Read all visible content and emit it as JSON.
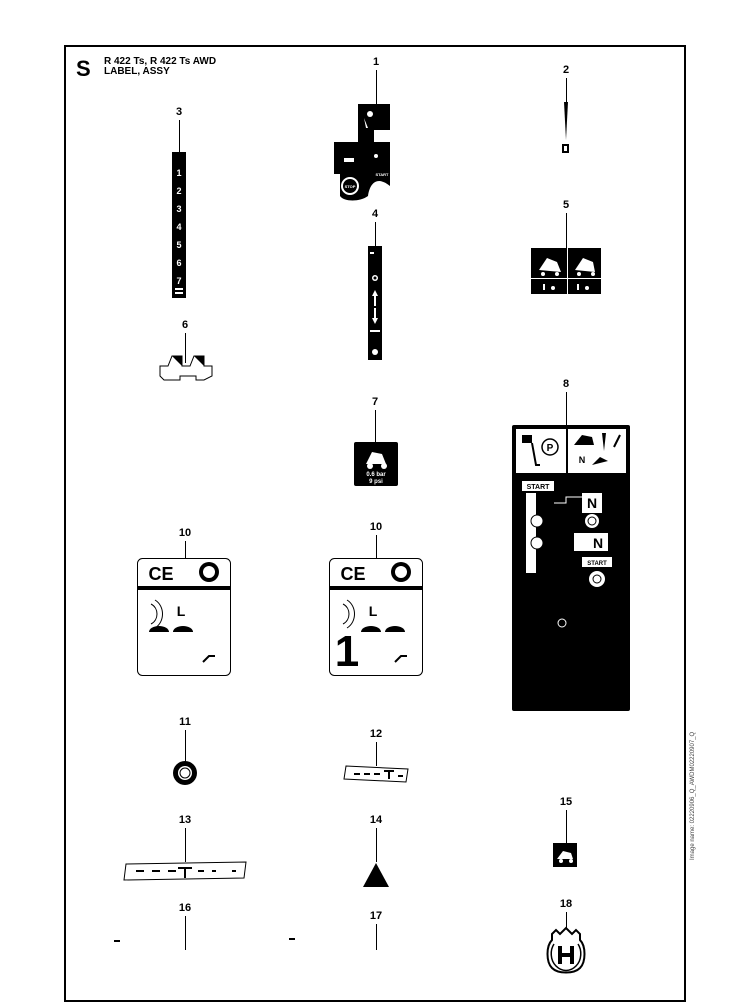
{
  "header": {
    "letter": "S",
    "line1": "R 422 Ts, R 422 Ts AWD",
    "line2": "LABEL, ASSY"
  },
  "side_text": "Image name: 02220906_Q_AWDM02220907_Q",
  "callouts": {
    "c1": "1",
    "c2": "2",
    "c3": "3",
    "c4": "4",
    "c5": "5",
    "c6": "6",
    "c7": "7",
    "c8": "8",
    "c10a": "10",
    "c10b": "10",
    "c11": "11",
    "c12": "12",
    "c13": "13",
    "c14": "14",
    "c15": "15",
    "c16": "16",
    "c17": "17",
    "c18": "18"
  },
  "label3": {
    "numbers": [
      "1",
      "2",
      "3",
      "4",
      "5",
      "6",
      "7"
    ]
  },
  "label1": {
    "text_start": "START",
    "text_stop": "STOP"
  },
  "label7": {
    "line1": "0.6 bar",
    "line2": "9 psi"
  },
  "label8": {
    "start_top": "START",
    "start_bottom": "START",
    "neutral": "N"
  },
  "label10": {
    "ce": "CE",
    "l_letter": "L"
  },
  "label10b": {
    "big_digit": "1"
  }
}
